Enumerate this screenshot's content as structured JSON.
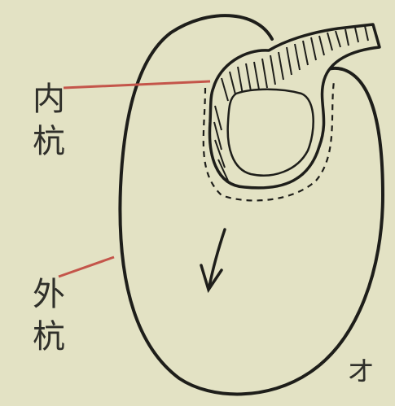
{
  "labels": {
    "inner": "内杭",
    "outer": "外杭",
    "corner": "オ"
  },
  "colors": {
    "background": "#e3e2c4",
    "ink": "#1e1e1a",
    "leader_line": "#c4554a"
  }
}
